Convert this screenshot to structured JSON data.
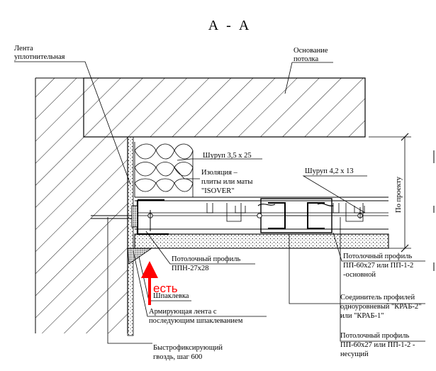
{
  "title": "А - А",
  "labels": {
    "seal_tape": [
      "Лента",
      "уплотнительная"
    ],
    "ceiling_base": [
      "Основание",
      "потолка"
    ],
    "screw_small": "Шуруп 3,5 х 25",
    "insulation": [
      "Изоляция –",
      "плиты или маты",
      "\"ISOVER\""
    ],
    "screw_large": "Шуруп 4,2 х 13",
    "by_project": "По проекту",
    "profile_ppn": [
      "Потолочный профиль",
      "ППН-27х28"
    ],
    "putty": "Шпаклевка",
    "reinforcing_tape": [
      "Армирующая лента с",
      "последующим шпаклеванием"
    ],
    "dowel_nail": [
      "Быстрофиксирующий",
      "гвоздь, шаг 600"
    ],
    "profile_main": [
      "Потолочный профиль",
      "ПП-60х27 или ПП-1-2",
      "-основной"
    ],
    "connector": [
      "Соединитель профилей",
      "одноуровневый \"КРАБ-2\"",
      "или \"КРАБ-1\""
    ],
    "profile_bearing": [
      "Потолочный профиль",
      "ПП-60х27 или ПП-1-2 -",
      "несущий"
    ]
  },
  "annotation": {
    "text": "есть",
    "color": "#ff0000"
  },
  "colors": {
    "line": "#000000",
    "annotation": "#ff0000"
  }
}
